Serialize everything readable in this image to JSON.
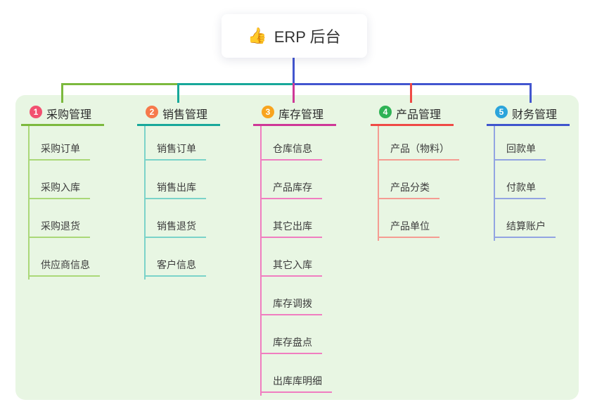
{
  "root": {
    "icon": "👍",
    "label": "ERP 后台"
  },
  "colors": {
    "canvas_bg": "#e8f6e3",
    "root_line": "#4356cf"
  },
  "branches": [
    {
      "num": "1",
      "title": "采购管理",
      "badge_color": "#f25070",
      "accent": "#7cb93e",
      "light": "#aad878",
      "children": [
        "采购订单",
        "采购入库",
        "采购退货",
        "供应商信息"
      ]
    },
    {
      "num": "2",
      "title": "销售管理",
      "badge_color": "#f6794b",
      "accent": "#18a89a",
      "light": "#7bd3c9",
      "children": [
        "销售订单",
        "销售出库",
        "销售退货",
        "客户信息"
      ]
    },
    {
      "num": "3",
      "title": "库存管理",
      "badge_color": "#f8a41e",
      "accent": "#ce3897",
      "light": "#f07ec0",
      "children": [
        "仓库信息",
        "产品库存",
        "其它出库",
        "其它入库",
        "库存调拨",
        "库存盘点",
        "出库库明细"
      ]
    },
    {
      "num": "4",
      "title": "产品管理",
      "badge_color": "#2fb356",
      "accent": "#ef4a46",
      "light": "#f59c92",
      "children": [
        "产品（物料）",
        "产品分类",
        "产品单位"
      ]
    },
    {
      "num": "5",
      "title": "财务管理",
      "badge_color": "#2ba4db",
      "accent": "#3f55cd",
      "light": "#92a4e2",
      "children": [
        "回款单",
        "付款单",
        "结算账户"
      ]
    }
  ]
}
